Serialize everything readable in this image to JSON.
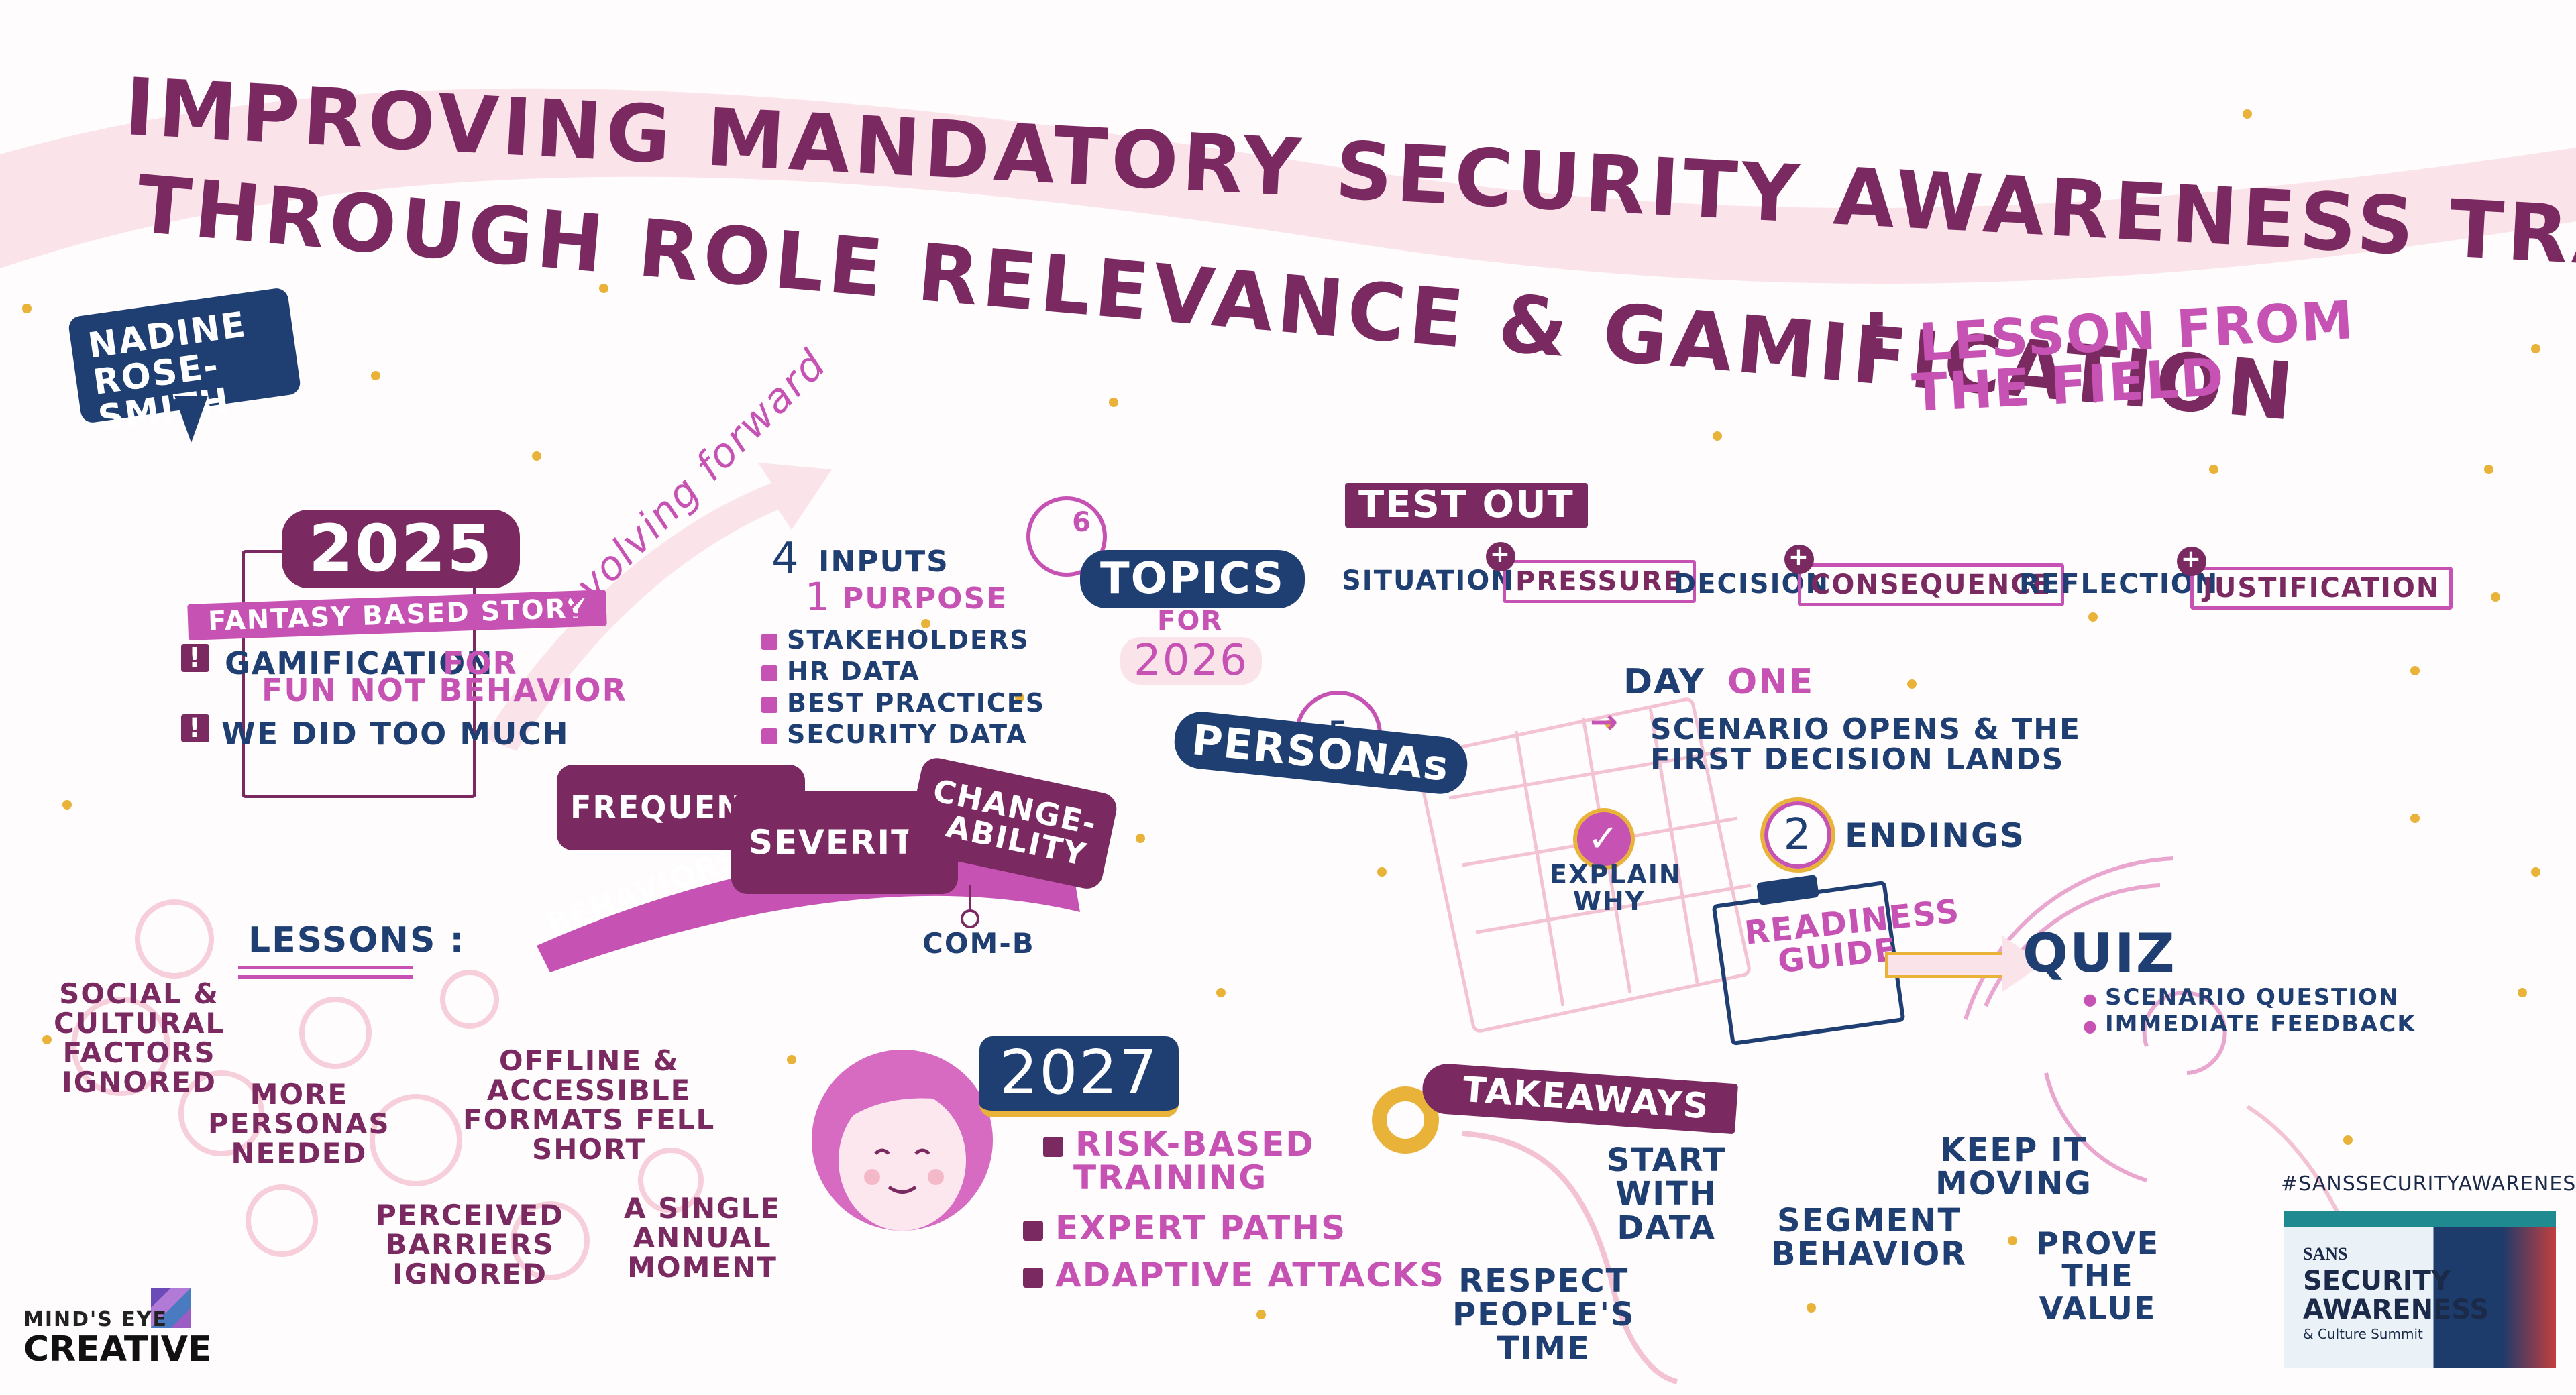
{
  "title": {
    "line1": "IMPROVING MANDATORY SECURITY AWARENESS TRAINING",
    "line2": "THROUGH ROLE RELEVANCE & GAMIFICATION",
    "colon": ":",
    "subtitle_1": "LESSON FROM",
    "subtitle_2": "THE FIELD"
  },
  "speaker": {
    "line1": "NADINE",
    "line2": "ROSE-SMITH"
  },
  "y2025": {
    "year": "2025",
    "banner": "FANTASY BASED STORY",
    "item1_a": "GAMIFICATION",
    "item1_b": "FOR",
    "item1_c": "FUN NOT BEHAVIOR",
    "item2": "WE DID TOO MUCH",
    "warn": "!"
  },
  "evolving": "evolving forward",
  "inputs": {
    "line1_num": "4",
    "line1_txt": "INPUTS",
    "line2_num": "1",
    "line2_txt": "PURPOSE",
    "items": [
      "STAKEHOLDERS",
      "HR DATA",
      "BEST PRACTICES",
      "SECURITY DATA"
    ]
  },
  "topics": {
    "count": "6",
    "label": "TOPICS",
    "for": "FOR",
    "year": "2026"
  },
  "personas": {
    "label": "PERSONAs",
    "count": "5"
  },
  "behaviors": {
    "label": "BEHAVIORS:",
    "frequency": "FREQUENCY",
    "severity": "SEVERITY",
    "change_1": "CHANGE-",
    "change_2": "ABILITY",
    "comb": "COM-B"
  },
  "testout": {
    "label": "TEST OUT",
    "plus": "+",
    "situation": "SITUATION",
    "pressure": "PRESSURE",
    "decision": "DECISION",
    "consequence": "CONSEQUENCE",
    "reflection": "REFLECTION",
    "justification": "JUSTIFICATION"
  },
  "dayone": {
    "day": "DAY",
    "one": "ONE",
    "text1": "SCENARIO OPENS & THE",
    "text2": "FIRST DECISION LANDS",
    "explain1": "EXPLAIN",
    "explain2": "WHY",
    "check": "✓"
  },
  "endings": {
    "count": "2",
    "label": "ENDINGS"
  },
  "readiness": {
    "line1": "READINESS",
    "line2": "GUIDE"
  },
  "quiz": {
    "label": "QUIZ",
    "items": [
      "SCENARIO QUESTION",
      "IMMEDIATE FEEDBACK"
    ]
  },
  "lessons": {
    "label": "LESSONS :",
    "l1": [
      "SOCIAL &",
      "CULTURAL",
      "FACTORS",
      "IGNORED"
    ],
    "l2": [
      "MORE",
      "PERSONAS",
      "NEEDED"
    ],
    "l3": [
      "OFFLINE &",
      "ACCESSIBLE",
      "FORMATS FELL",
      "SHORT"
    ],
    "l4": [
      "PERCEIVED",
      "BARRIERS",
      "IGNORED"
    ],
    "l5": [
      "A SINGLE",
      "ANNUAL",
      "MOMENT"
    ]
  },
  "y2027": {
    "year": "2027",
    "item1_a": "RISK-BASED",
    "item1_b": "TRAINING",
    "item2": "EXPERT PATHS",
    "item3": "ADAPTIVE ATTACKS"
  },
  "takeaways": {
    "label": "TAKEAWAYS",
    "t1": [
      "START",
      "WITH",
      "DATA"
    ],
    "t2": [
      "SEGMENT",
      "BEHAVIOR"
    ],
    "t3": [
      "KEEP IT",
      "MOVING"
    ],
    "t4": [
      "RESPECT",
      "PEOPLE'S",
      "TIME"
    ],
    "t5": [
      "PROVE",
      "THE",
      "VALUE"
    ]
  },
  "footer": {
    "hashtag": "#SANSSECURITYAWARENESS",
    "logo_top": "MIND'S EYE",
    "logo_bottom": "CREATIVE",
    "sans": "SANS",
    "sans_l1": "SECURITY",
    "sans_l2": "AWARENESS",
    "sans_l3": "& Culture Summit"
  },
  "colors": {
    "plum": "#7a2a60",
    "navy": "#1f3f73",
    "pink": "#c653b4",
    "gold": "#e9b33a",
    "blush": "#fbe3ea"
  }
}
